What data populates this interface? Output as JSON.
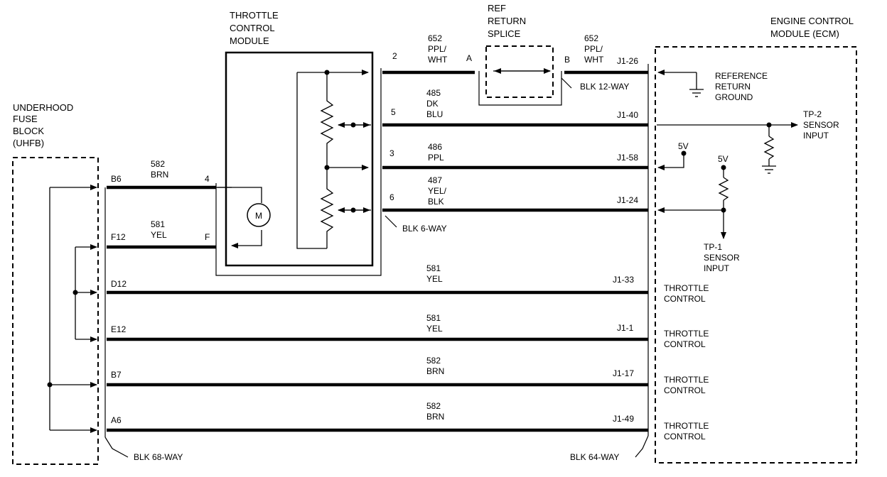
{
  "components": {
    "uhfb": [
      "UNDERHOOD",
      "FUSE",
      "BLOCK",
      "(UHFB)"
    ],
    "tcm": [
      "THROTTLE",
      "CONTROL",
      "MODULE"
    ],
    "ref_splice": [
      "REF",
      "RETURN",
      "SPLICE"
    ],
    "ecm": [
      "ENGINE CONTROL",
      "MODULE (ECM)"
    ],
    "motor_symbol": "M"
  },
  "connectors": {
    "uhfb_connector": "BLK 68-WAY",
    "ecm_connector": "BLK 64-WAY",
    "tcm_connector": "BLK 6-WAY",
    "ecm_splice_connector": "BLK 12-WAY"
  },
  "splice_pins": {
    "a": "A",
    "b": "B"
  },
  "top_wires": [
    {
      "pin": "2",
      "circuit": [
        "652",
        "PPL/",
        "WHT"
      ],
      "ecm_pin": "J1-26"
    },
    {
      "pin": "5",
      "circuit": [
        "485",
        "DK",
        "BLU"
      ],
      "ecm_pin": "J1-40"
    },
    {
      "pin": "3",
      "circuit": [
        "486",
        "PPL"
      ],
      "ecm_pin": "J1-58"
    },
    {
      "pin": "6",
      "circuit": [
        "487",
        "YEL/",
        "BLK"
      ],
      "ecm_pin": "J1-24"
    }
  ],
  "ref_splice_right_circuit": [
    "652",
    "PPL/",
    "WHT"
  ],
  "uhfb_tcm_wires": [
    {
      "uhfb_pin": "B6",
      "circuit": [
        "582",
        "BRN"
      ],
      "tcm_pin": "4"
    },
    {
      "uhfb_pin": "F12",
      "circuit": [
        "581",
        "YEL"
      ],
      "tcm_pin": "F"
    }
  ],
  "long_wires": [
    {
      "uhfb_pin": "D12",
      "circuit": [
        "581",
        "YEL"
      ],
      "ecm_pin": "J1-33",
      "ecm_label": [
        "THROTTLE",
        "CONTROL"
      ]
    },
    {
      "uhfb_pin": "E12",
      "circuit": [
        "581",
        "YEL"
      ],
      "ecm_pin": "J1-1",
      "ecm_label": [
        "THROTTLE",
        "CONTROL"
      ]
    },
    {
      "uhfb_pin": "B7",
      "circuit": [
        "582",
        "BRN"
      ],
      "ecm_pin": "J1-17",
      "ecm_label": [
        "THROTTLE",
        "CONTROL"
      ]
    },
    {
      "uhfb_pin": "A6",
      "circuit": [
        "582",
        "BRN"
      ],
      "ecm_pin": "J1-49",
      "ecm_label": [
        "THROTTLE",
        "CONTROL"
      ]
    }
  ],
  "ecm_internal": {
    "reference_return_ground": [
      "REFERENCE",
      "RETURN",
      "GROUND"
    ],
    "tp2_sensor_input": [
      "TP-2",
      "SENSOR",
      "INPUT"
    ],
    "tp1_sensor_input": [
      "TP-1",
      "SENSOR",
      "INPUT"
    ],
    "supply_5v_a": "5V",
    "supply_5v_b": "5V"
  }
}
